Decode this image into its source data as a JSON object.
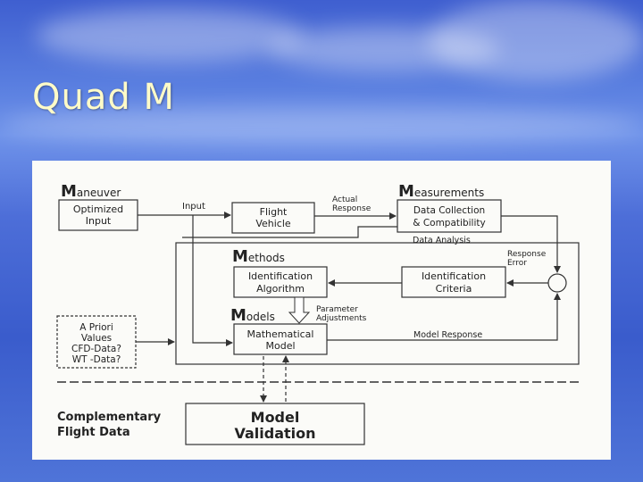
{
  "slide": {
    "title": "Quad M"
  },
  "diagram": {
    "maneuver": {
      "head": "M",
      "rest": "aneuver",
      "box_line1": "Optimized",
      "box_line2": "Input"
    },
    "input_label": "Input",
    "flight_vehicle": {
      "line1": "Flight",
      "line2": "Vehicle"
    },
    "actual_response": {
      "line1": "Actual",
      "line2": "Response"
    },
    "measurements": {
      "head": "M",
      "rest": "easurements",
      "box_line1": "Data Collection",
      "box_line2": "& Compatibility"
    },
    "data_analysis": "Data Analysis",
    "methods": {
      "head": "M",
      "rest": "ethods",
      "box_line1": "Identification",
      "box_line2": "Algorithm"
    },
    "identification_criteria": {
      "line1": "Identification",
      "line2": "Criteria"
    },
    "response_error": {
      "line1": "Response",
      "line2": "Error"
    },
    "parameter_adjustments": {
      "line1": "Parameter",
      "line2": "Adjustments"
    },
    "models": {
      "head": "M",
      "rest": "odels",
      "box_line1": "Mathematical",
      "box_line2": "Model"
    },
    "model_response": "Model Response",
    "a_priori": {
      "line1": "A Priori",
      "line2": "Values",
      "line3": "CFD-Data?",
      "line4": "WT -Data?"
    },
    "complementary": {
      "line1": "Complementary",
      "line2": "Flight Data"
    },
    "validation": {
      "line1": "Model",
      "line2": "Validation"
    }
  }
}
